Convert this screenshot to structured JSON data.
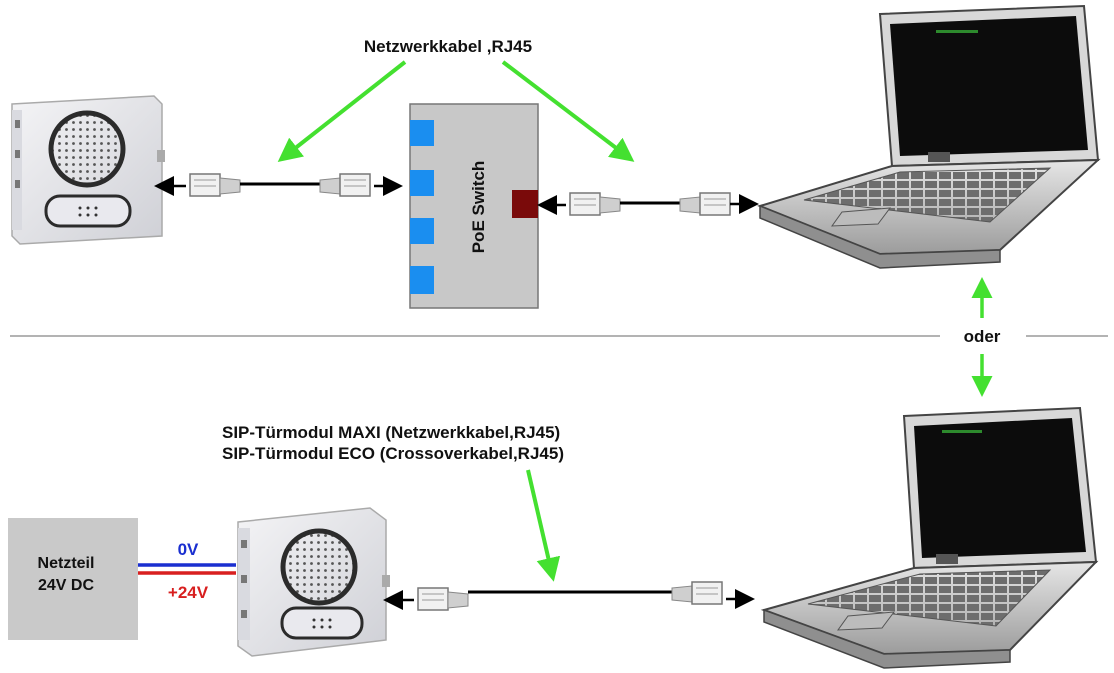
{
  "labels": {
    "top_cable": "Netzwerkkabel ,RJ45",
    "switch": "PoE Switch",
    "oder": "oder",
    "bottom_cable_line1": "SIP-Türmodul MAXI (Netzwerkkabel,RJ45)",
    "bottom_cable_line2": "SIP-Türmodul ECO (Crossoverkabel,RJ45)",
    "psu_line1": "Netzteil",
    "psu_line2": "24V DC",
    "wire_0v": "0V",
    "wire_24v": "+24V"
  },
  "colors": {
    "callout_arrow": "#44e030",
    "switch_body": "#c8c8c8",
    "switch_port": "#1a8ef0",
    "uplink_port": "#7a0a0a",
    "psu_body": "#c9c9c9",
    "wire_0v": "#1a2fd0",
    "wire_24v": "#d81f1f",
    "divider": "#9a9a9a"
  }
}
